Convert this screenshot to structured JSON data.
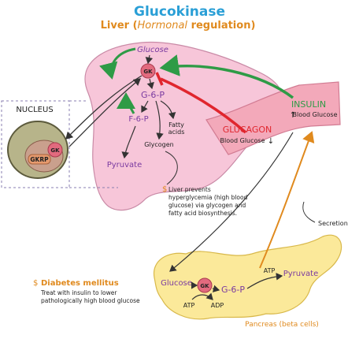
{
  "title": "Glucokinase",
  "subtitle_prefix": "Liver (",
  "subtitle_italic": "Hormonal",
  "subtitle_suffix": " regulation)",
  "nucleus": {
    "label": "NUCLEUS",
    "gk": "GK",
    "gkrp": "GKRP"
  },
  "liver": {
    "glucose": "Glucose",
    "gk": "GK",
    "g6p": "G-6-P",
    "f6p": "F-6-P",
    "fatty_acids_1": "Fatty",
    "fatty_acids_2": "acids",
    "glycogen": "Glycogen",
    "pyruvate": "Pyruvate"
  },
  "glucagon": {
    "label": "GLUCAGON",
    "effect": "Blood Glucose"
  },
  "insulin": {
    "label": "INSULIN",
    "effect": "Blood Glucose"
  },
  "liver_note": {
    "line1": "Liver prevents",
    "line2": "hyperglycemia (high blood",
    "line3": "glucose) via glycogen and",
    "line4": "fatty acid biosynthesis."
  },
  "secretion": "Secretion",
  "diabetes": {
    "title": "Diabetes mellitus",
    "line1": "Treat with insulin to lower",
    "line2": "pathologically high blood glucose"
  },
  "pancreas": {
    "glucose": "Glucose",
    "gk": "GK",
    "g6p": "G-6-P",
    "atp_top": "ATP",
    "pyruvate": "Pyruvate",
    "atp_bottom": "ATP",
    "adp": "ADP",
    "label": "Pancreas (beta cells)"
  },
  "colors": {
    "title": "#2a9fd6",
    "subtitle": "#e08a1e",
    "liver_fill": "#f7c6d9",
    "pancreas_fill": "#fbe99a",
    "green": "#2e9b46",
    "red": "#e0262e",
    "purple": "#7a3aa0",
    "orange": "#e08a1e",
    "vessel": "#f3a9ba",
    "nucleus_fill": "#b7b48a"
  }
}
